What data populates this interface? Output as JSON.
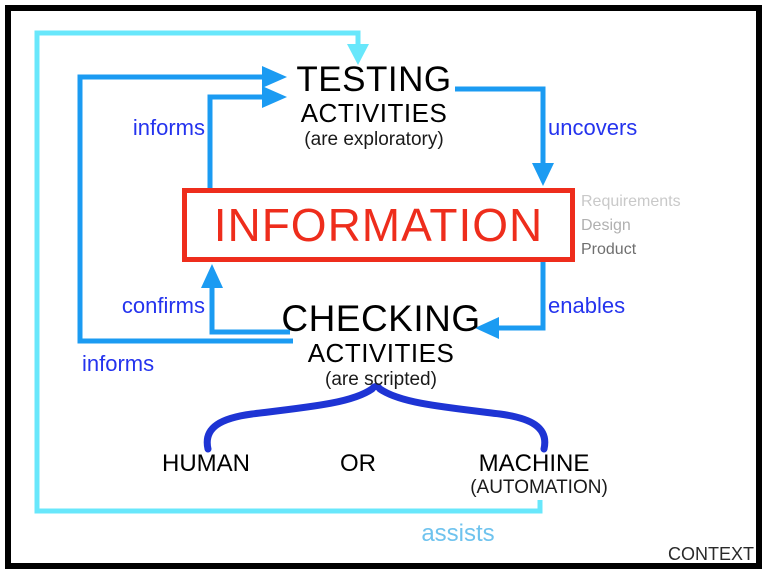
{
  "diagram": {
    "name": "testing-vs-checking",
    "colors": {
      "line_blue": "#1b9bf2",
      "loop_cyan": "#68e7fb",
      "label_blue": "#2433ee",
      "assists_blue": "#6fc3ee",
      "brace_blue": "#1e34d4",
      "information_red": "#ee2d1c",
      "subject_grays": [
        "#c9c9c9",
        "#b0b0b0",
        "#6f6f6f"
      ],
      "frame_black": "#000000"
    },
    "testing": {
      "title": "TESTING",
      "subtitle": "ACTIVITIES",
      "note": "(are exploratory)"
    },
    "checking": {
      "title": "CHECKING",
      "subtitle": "ACTIVITIES",
      "note": "(are scripted)"
    },
    "information": {
      "label": "INFORMATION"
    },
    "subjects": [
      {
        "label": "Requirements"
      },
      {
        "label": "Design"
      },
      {
        "label": "Product"
      }
    ],
    "labels": {
      "informs_inner": "informs",
      "uncovers": "uncovers",
      "confirms": "confirms",
      "enables": "enables",
      "informs_outer": "informs",
      "assists": "assists"
    },
    "actors": {
      "human": "HUMAN",
      "conjunction": "OR",
      "machine": "MACHINE",
      "machine_note": "(AUTOMATION)"
    },
    "context": "CONTEXT"
  }
}
